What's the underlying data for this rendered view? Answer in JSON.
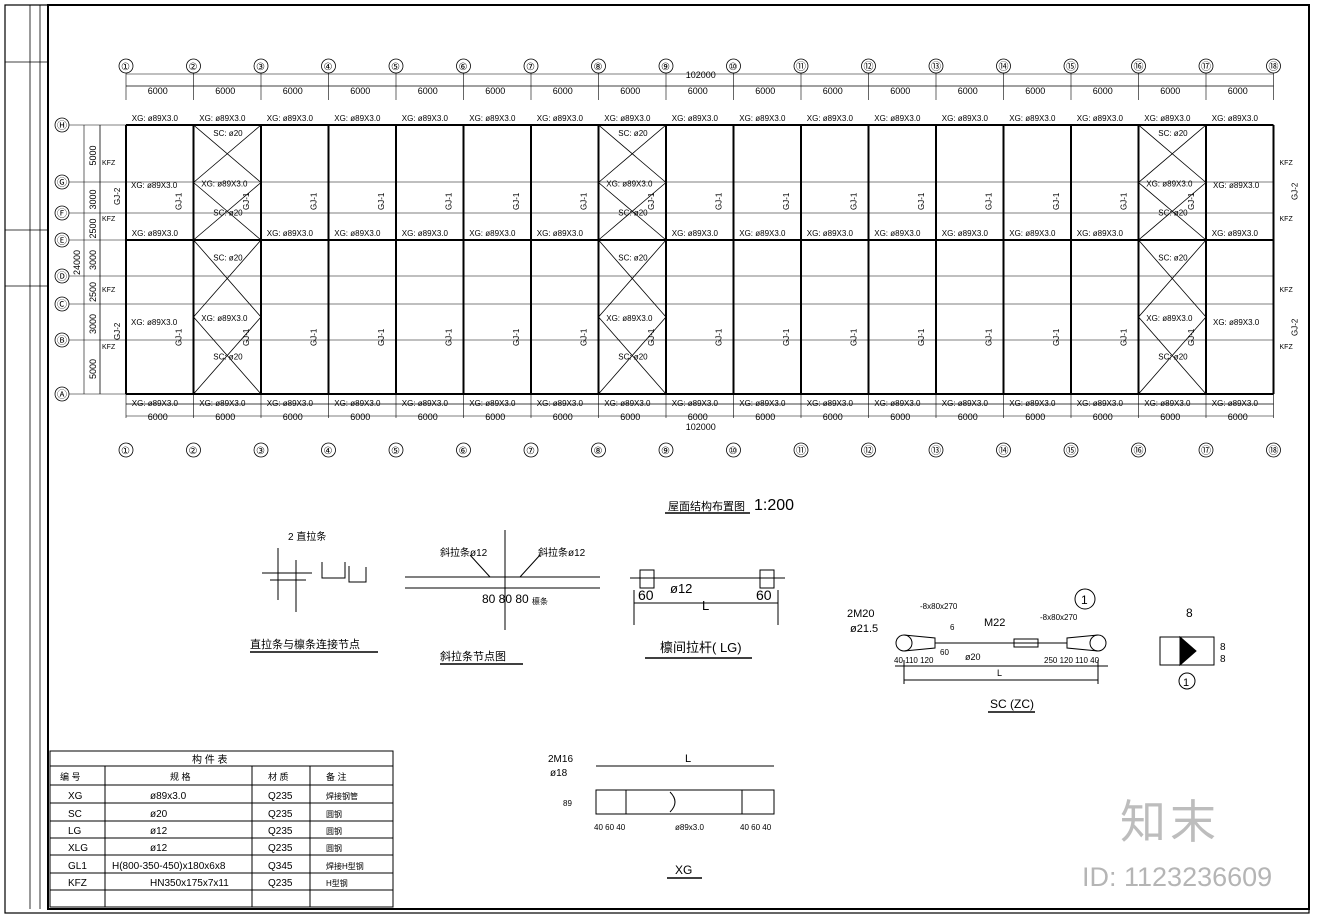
{
  "plan": {
    "title": "屋面结构布置图",
    "scale": "1:200",
    "col_axes": [
      "①",
      "②",
      "③",
      "④",
      "⑤",
      "⑥",
      "⑦",
      "⑧",
      "⑨",
      "⑩",
      "⑪",
      "⑫",
      "⑬",
      "⑭",
      "⑮",
      "⑯",
      "⑰",
      "⑱"
    ],
    "row_axes": [
      "Ⓗ",
      "Ⓖ",
      "Ⓕ",
      "Ⓔ",
      "Ⓓ",
      "Ⓒ",
      "Ⓑ",
      "Ⓐ"
    ],
    "bay_dim": "6000",
    "total_length": "102000",
    "row_dims": [
      "5000",
      "3000",
      "2500",
      "3000",
      "2500",
      "3000",
      "5000"
    ],
    "total_width": "24000",
    "xg_label": "XG: ø89X3.0",
    "sc_label": "SC: ø20",
    "gj1_label": "GJ-1",
    "gj2_label": "GJ-2",
    "kfz_label": "KFZ"
  },
  "details": {
    "d1": {
      "title": "直拉条与檩条连接节点",
      "tag": "2 直拉条"
    },
    "d2": {
      "title": "斜拉条节点图",
      "left": "斜拉条ø12",
      "right": "斜拉条ø12",
      "dims": "80 80 80",
      "note": "檩条"
    },
    "d3": {
      "title": "檩间拉杆( LG)",
      "rod": "ø12",
      "left_dim": "60",
      "right_dim": "60",
      "length": "L"
    },
    "d4": {
      "title": "SC (ZC)",
      "bolt": "2M20",
      "hole": "ø21.5",
      "plate_l": "-8x80x270",
      "plate_r": "-8x80x270",
      "turnbuckle": "M22",
      "rod": "ø20",
      "six": "6",
      "sixty": "60",
      "dims_l": "40 110 120",
      "dims_r": "250 120 110 40",
      "length": "L",
      "ref": "1"
    },
    "d5": {
      "num": "1",
      "d1": "8",
      "d2": "8",
      "d3": "8"
    },
    "d6": {
      "title": "XG",
      "bolt": "2M16",
      "hole": "ø18",
      "length": "L",
      "pipe": "ø89x3.0",
      "h": "89",
      "dims": "40 60 40"
    }
  },
  "table": {
    "title": "构 件 表",
    "headers": [
      "编 号",
      "规 格",
      "材 质",
      "备 注"
    ],
    "rows": [
      [
        "XG",
        "ø89x3.0",
        "Q235",
        "焊接钢管"
      ],
      [
        "SC",
        "ø20",
        "Q235",
        "圆钢"
      ],
      [
        "LG",
        "ø12",
        "Q235",
        "圆钢"
      ],
      [
        "XLG",
        "ø12",
        "Q235",
        "圆钢"
      ],
      [
        "GL1",
        "H(800-350-450)x180x6x8",
        "Q345",
        "焊接H型钢"
      ],
      [
        "KFZ",
        "HN350x175x7x11",
        "Q235",
        "H型钢"
      ]
    ]
  },
  "watermark": {
    "logo": "知末",
    "id": "ID: 1123236609"
  }
}
